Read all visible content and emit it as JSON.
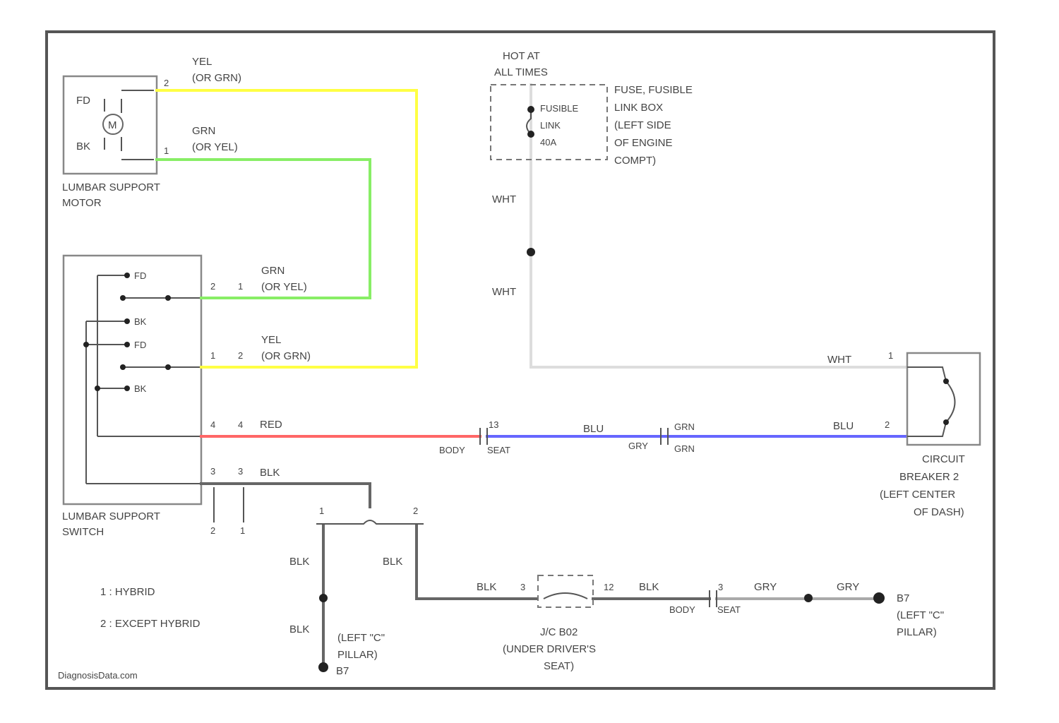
{
  "colors": {
    "yel": "#ffff44",
    "grn": "#88ee66",
    "red": "#ff6666",
    "blu": "#6666ff",
    "wht": "#dddddd",
    "blk": "#666666",
    "gry": "#aaaaaa"
  },
  "motor": {
    "title_line1": "LUMBAR SUPPORT",
    "title_line2": "MOTOR",
    "fd": "FD",
    "bk": "BK",
    "m": "M",
    "pin_top": "2",
    "pin_bottom": "1"
  },
  "switch": {
    "title_line1": "LUMBAR SUPPORT",
    "title_line2": "SWITCH",
    "contacts": [
      "FD",
      "BK",
      "FD",
      "BK"
    ],
    "pins_a": [
      "2",
      "1",
      "4",
      "3"
    ],
    "pins_b": [
      "1",
      "2",
      "4",
      "3"
    ],
    "bottom_a": "2",
    "bottom_b": "1"
  },
  "wires": {
    "yel_top_1": "YEL",
    "yel_top_2": "(OR GRN)",
    "grn_top_1": "GRN",
    "grn_top_2": "(OR YEL)",
    "grn_mid_1": "GRN",
    "grn_mid_2": "(OR YEL)",
    "yel_mid_1": "YEL",
    "yel_mid_2": "(OR GRN)",
    "red": "RED",
    "blu_1": "BLU",
    "grn_j": "GRN",
    "blu_2": "BLU",
    "blk_sw": "BLK",
    "blk_left": "BLK",
    "blk_right": "BLK",
    "blk_lower": "BLK",
    "blk_j1": "BLK",
    "blk_j2": "BLK",
    "gry_1": "GRY",
    "gry_2": "GRY",
    "wht_1": "WHT",
    "wht_2": "WHT",
    "wht_3": "WHT"
  },
  "connectors": {
    "c1_a": "BODY",
    "c1_b": "SEAT",
    "c1_pin": "13",
    "c2_a": "GRY",
    "c2_b": "GRN",
    "c3_a": "BODY",
    "c3_b": "SEAT",
    "c3_pin": "3",
    "split_1": "1",
    "split_2": "2",
    "jc_pin_a": "3",
    "jc_pin_b": "12"
  },
  "fuse": {
    "hot_1": "HOT AT",
    "hot_2": "ALL TIMES",
    "inner_1": "FUSIBLE",
    "inner_2": "LINK",
    "inner_3": "40A",
    "desc_1": "FUSE, FUSIBLE",
    "desc_2": "LINK BOX",
    "desc_3": "(LEFT SIDE",
    "desc_4": "OF ENGINE",
    "desc_5": "COMPT)"
  },
  "breaker": {
    "line1": "CIRCUIT",
    "line2": "BREAKER 2",
    "line3": "(LEFT CENTER",
    "line4": "OF DASH)",
    "pin_top": "1",
    "pin_bottom": "2"
  },
  "jc": {
    "line1": "J/C B02",
    "line2": "(UNDER DRIVER'S",
    "line3": "SEAT)"
  },
  "grounds": {
    "g1_id": "B7",
    "g1_line1": "(LEFT \"C\"",
    "g1_line2": "PILLAR)",
    "g2_id": "B7",
    "g2_line1": "(LEFT \"C\"",
    "g2_line2": "PILLAR)"
  },
  "legend": {
    "item1": "1 : HYBRID",
    "item2": "2 : EXCEPT HYBRID"
  },
  "watermark": "DiagnosisData.com"
}
